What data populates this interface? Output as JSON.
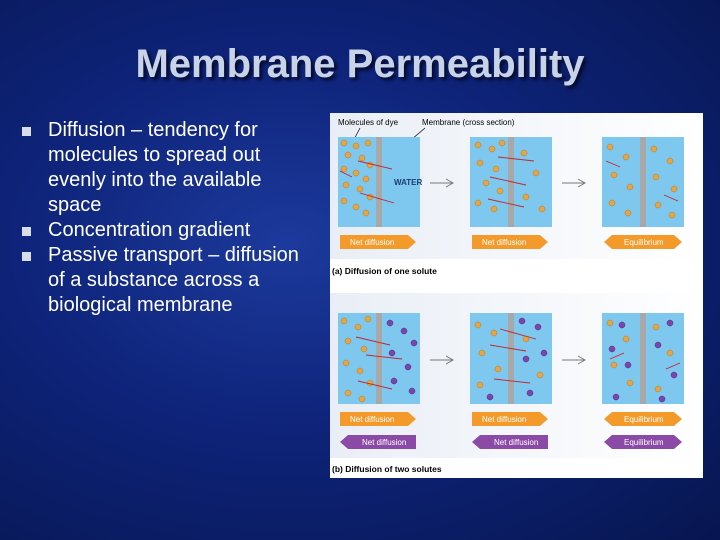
{
  "title": "Membrane Permeability",
  "bullets": [
    "Diffusion – tendency for molecules to spread out evenly into the available space",
    "Concentration gradient",
    "Passive transport – diffusion of a substance across a biological membrane"
  ],
  "figure": {
    "label_dye": "Molecules of dye",
    "label_membrane": "Membrane (cross section)",
    "label_water": "WATER",
    "net_diffusion": "Net diffusion",
    "equilibrium": "Equilibrium",
    "caption_a": "(a) Diffusion of one solute",
    "caption_b": "(b) Diffusion of two solutes",
    "colors": {
      "water": "#7ec7ee",
      "orange_arrow": "#f39a2b",
      "purple_arrow": "#8a4aa5",
      "dye_molecule": "#e3a545",
      "second_solute": "#7b45b0"
    }
  }
}
